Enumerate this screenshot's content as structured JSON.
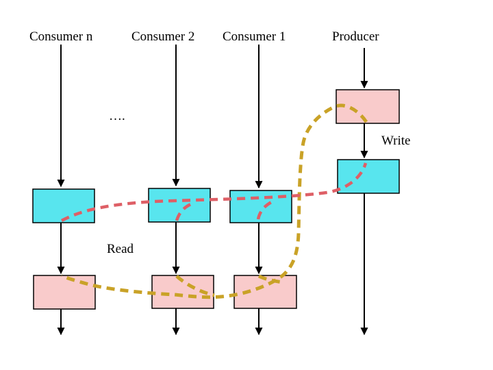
{
  "diagram": {
    "description": "Producer and consumers timeline diagram with write and read operations",
    "lanes": [
      {
        "id": "consumer-n",
        "label": "Consumer n"
      },
      {
        "id": "consumer-2",
        "label": "Consumer 2"
      },
      {
        "id": "consumer-1",
        "label": "Consumer 1"
      },
      {
        "id": "producer",
        "label": "Producer"
      }
    ],
    "annotations": {
      "ellipsis": "….",
      "write": "Write",
      "read": "Read"
    },
    "colors": {
      "background": "#ffffff",
      "text": "#000000",
      "timeline": "#000000",
      "box_border": "#000000",
      "read_box_fill": "#58e5ee",
      "write_box_fill": "#f9cbcb",
      "consumer_flow_dash": "#de5f66",
      "producer_flow_dash": "#c9a227"
    }
  }
}
